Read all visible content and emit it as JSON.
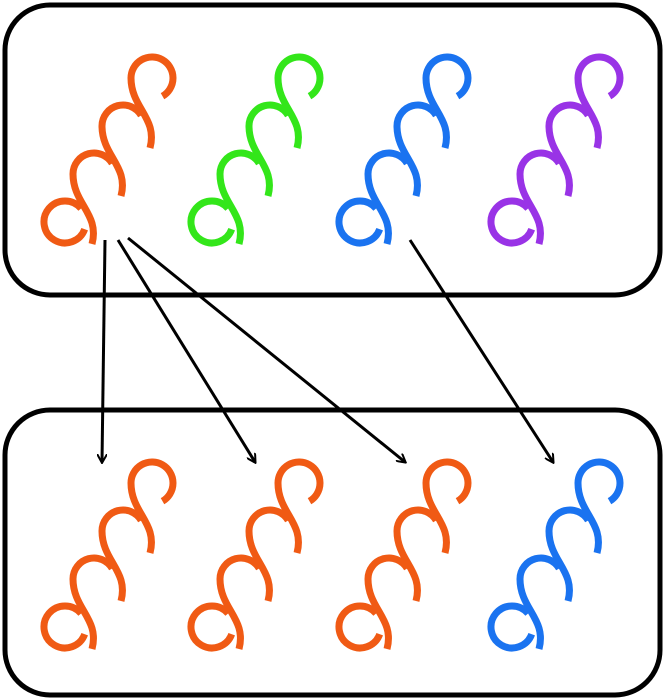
{
  "colors": {
    "orange": "#f05a14",
    "green": "#33e61a",
    "blue": "#1a73f0",
    "purple": "#9933e6",
    "line": "#000000"
  },
  "top_group": {
    "chains": [
      "orange",
      "green",
      "blue",
      "purple"
    ]
  },
  "bottom_group": {
    "chains": [
      "orange",
      "orange",
      "orange",
      "blue"
    ]
  },
  "arrows": [
    {
      "from": "top-0",
      "to": "bottom-0"
    },
    {
      "from": "top-0",
      "to": "bottom-1"
    },
    {
      "from": "top-0",
      "to": "bottom-2"
    },
    {
      "from": "top-2",
      "to": "bottom-3"
    }
  ]
}
